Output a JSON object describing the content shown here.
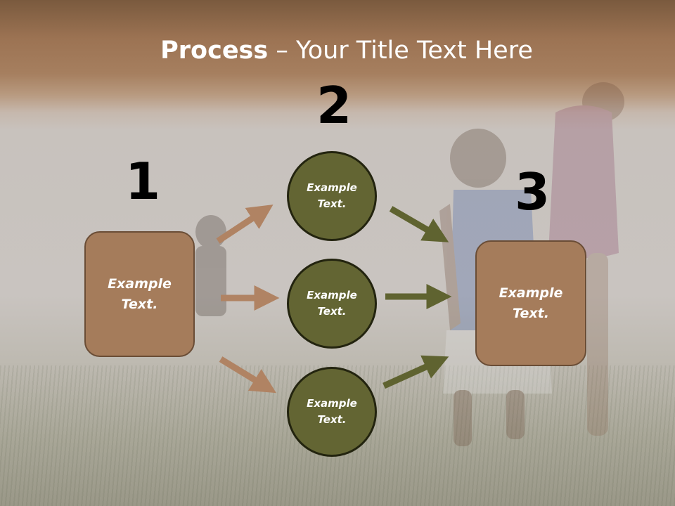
{
  "title": {
    "bold": "Process",
    "rest": " – Your Title Text Here"
  },
  "steps": {
    "n1": "1",
    "n2": "2",
    "n3": "3"
  },
  "left_box": {
    "line1": "Example",
    "line2": "Text."
  },
  "right_box": {
    "line1": "Example",
    "line2": "Text."
  },
  "circles": [
    {
      "line1": "Example",
      "line2": "Text."
    },
    {
      "line1": "Example",
      "line2": "Text."
    },
    {
      "line1": "Example",
      "line2": "Text."
    }
  ],
  "colors": {
    "box_fill": "#a57c5b",
    "circle_fill": "#636533",
    "left_arrow": "#b08363",
    "right_arrow": "#5f6330"
  },
  "icons": [
    "arrow-right-icon"
  ]
}
